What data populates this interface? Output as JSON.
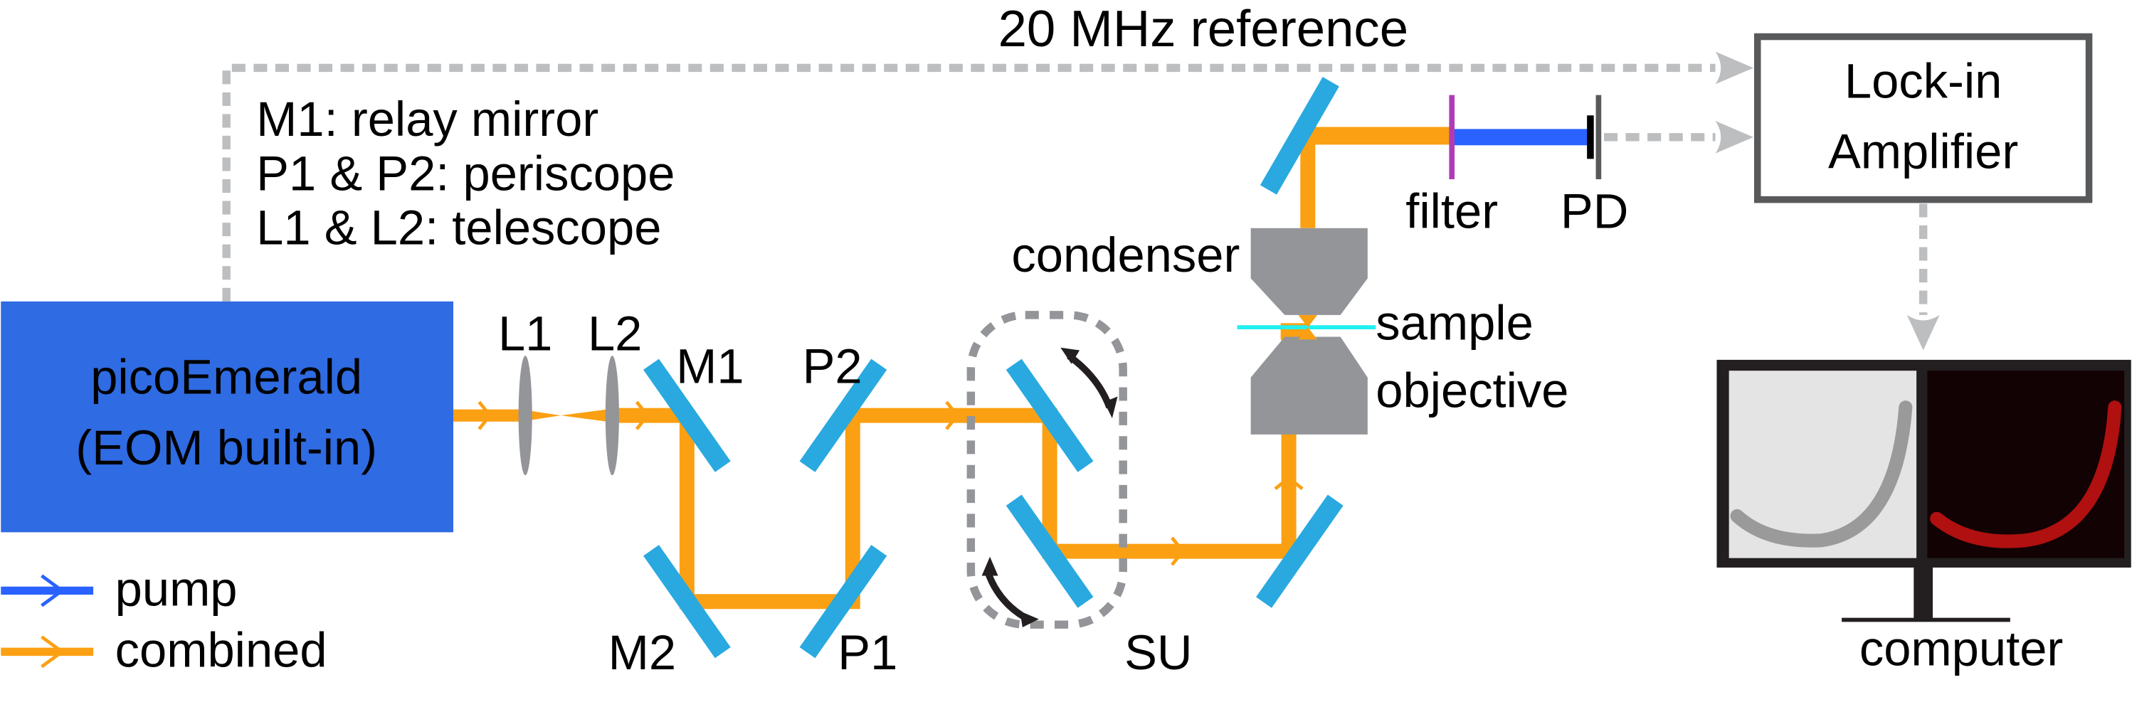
{
  "colors": {
    "laser_box": "#2f6be2",
    "beam_combined": "#fba012",
    "beam_pump": "#2962ff",
    "mirror": "#29a9e0",
    "lens": "#939598",
    "objective": "#939598",
    "filter": "#b03cb5",
    "sample": "#21f0f0",
    "signal_dash": "#bdbec0",
    "lockin_border": "#58595b",
    "monitor": "#231f20"
  },
  "laser": {
    "line1": "picoEmerald",
    "line2": "(EOM built-in)"
  },
  "reference_label": "20 MHz reference",
  "notes": [
    "M1: relay mirror",
    "P1 & P2: periscope",
    "L1 & L2: telescope"
  ],
  "optics": {
    "L1": "L1",
    "L2": "L2",
    "M1": "M1",
    "M2": "M2",
    "P1": "P1",
    "P2": "P2",
    "SU": "SU",
    "condenser": "condenser",
    "sample": "sample",
    "objective": "objective",
    "filter": "filter",
    "PD": "PD"
  },
  "lockin": {
    "line1": "Lock-in",
    "line2": "Amplifier"
  },
  "computer_label": "computer",
  "legend": [
    {
      "label": "pump",
      "color": "#2962ff"
    },
    {
      "label": "combined",
      "color": "#fba012"
    }
  ]
}
